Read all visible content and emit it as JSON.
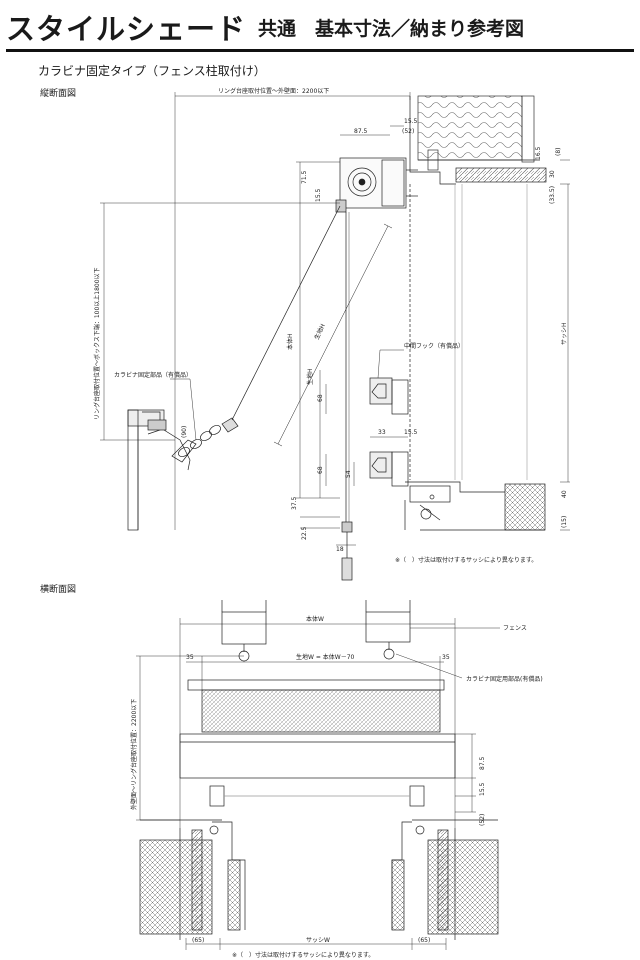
{
  "header": {
    "title": "スタイルシェード",
    "subtitle": "共通　基本寸法／納まり参考図"
  },
  "variant_label": "カラビナ固定タイプ（フェンス柱取付け）",
  "vertical_section": {
    "label": "縦断面図",
    "dims": {
      "ring_to_wall": "リング台座取付位置～外壁面：2200以下",
      "d15_5a": "15.5",
      "d87_5": "87.5",
      "d52": "(52)",
      "d16_5": "16.5",
      "d8": "(8)",
      "d30": "30",
      "d33_5": "(33.5)",
      "d71_5": "71.5",
      "d15_5b": "15.5",
      "ring_height": "リング台座取付位置～ボックス下端：100以上1800以下",
      "body_h": "本体H",
      "fabric_h1": "生地H",
      "fabric_h2": "生地H",
      "sash_h": "サッシH",
      "d90": "(90)",
      "d68a": "68",
      "d33": "33",
      "d15_5c": "15.5",
      "d68b": "68",
      "d54": "54",
      "d37_5": "37.5",
      "d40": "40",
      "d15": "(15)",
      "d22_5": "22.5",
      "d18": "18"
    },
    "labels": {
      "carabiner_part": "カラビナ固定部品（有償品）",
      "middle_hook": "中間フック（有償品）"
    },
    "note": "※（　）寸法は取付けするサッシにより異なります。"
  },
  "horizontal_section": {
    "label": "横断面図",
    "dims": {
      "body_w": "本体W",
      "fabric_w": "生地W = 本体W－70",
      "d35a": "35",
      "d35b": "35",
      "wall_ring": "外壁面～リング台座取付位置：2200以下",
      "d87_5": "87.5",
      "d15_5": "15.5",
      "d52": "(52)",
      "d65a": "(65)",
      "d65b": "(65)",
      "sash_w": "サッシW"
    },
    "labels": {
      "fence": "フェンス",
      "carabiner_part": "カラビナ固定用部品(有償品)"
    },
    "note": "※（　）寸法は取付けするサッシにより異なります。"
  }
}
